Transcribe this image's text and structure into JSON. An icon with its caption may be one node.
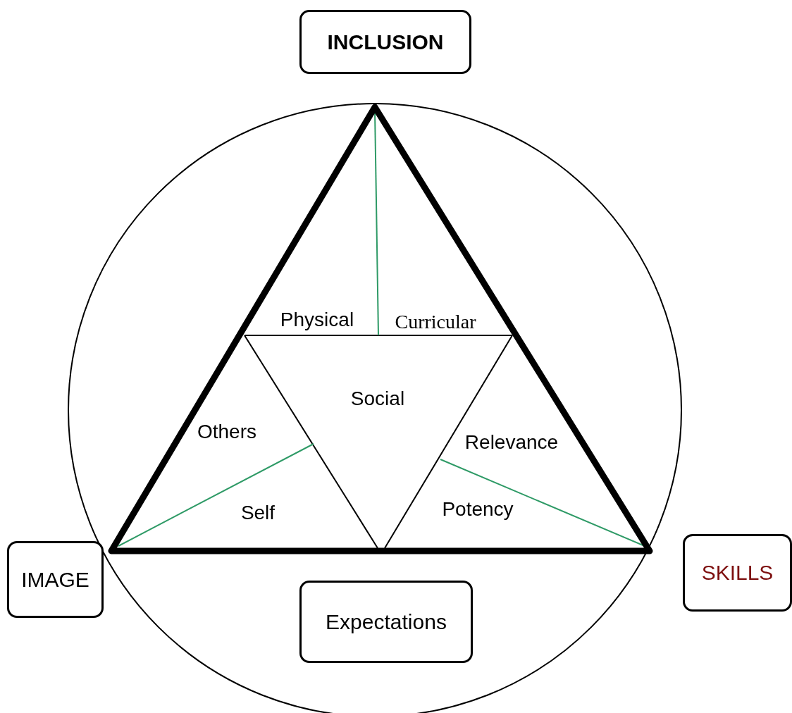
{
  "diagram": {
    "nodes": [
      {
        "text": [
          "INCLUSION"
        ]
      },
      {
        "text": [
          "IMAGE"
        ]
      },
      {
        "text": [
          "SKILLS"
        ]
      },
      {
        "text": [
          "Expectations"
        ]
      }
    ],
    "edges": [],
    "labels": [
      "Physical",
      "Curricular",
      "Social",
      "Others",
      "Relevance",
      "Self",
      "Potency"
    ]
  }
}
